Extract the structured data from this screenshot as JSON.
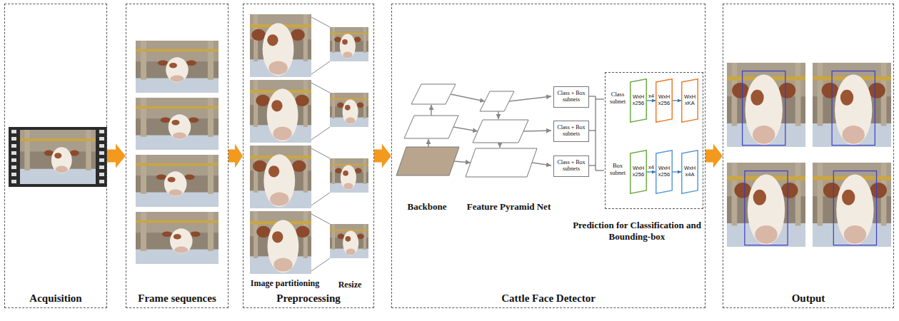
{
  "diagram": {
    "nodes": [
      {
        "text": [
          "Acquisition"
        ]
      },
      {
        "text": [
          "Frame sequences"
        ]
      },
      {
        "text": [
          "Preprocessing"
        ]
      },
      {
        "text": [
          "Cattle Face Detector"
        ]
      },
      {
        "text": [
          "Output"
        ]
      },
      {
        "text": [
          "Class + Box subnets"
        ],
        "in": 3
      },
      {
        "text": [
          "Class + Box subnets"
        ],
        "in": 3
      },
      {
        "text": [
          "Class + Box subnets"
        ],
        "in": 3
      },
      {
        "text": [
          "Prediction for Classification and Bounding-box"
        ],
        "in": 3
      },
      {
        "text": [
          "WxH x256"
        ],
        "in": 8
      },
      {
        "text": [
          "WxH x256"
        ],
        "in": 8
      },
      {
        "text": [
          "WxH xKA"
        ],
        "in": 8
      },
      {
        "text": [
          "WxH x256"
        ],
        "in": 8
      },
      {
        "text": [
          "WxH x256"
        ],
        "in": 8
      },
      {
        "text": [
          "WxH x4A"
        ],
        "in": 8
      }
    ],
    "edges": [
      {
        "from": 0,
        "to": 1,
        "arrow": "to"
      },
      {
        "from": 1,
        "to": 2,
        "arrow": "to"
      },
      {
        "from": 2,
        "to": 3,
        "arrow": "to"
      },
      {
        "from": 3,
        "to": 4,
        "arrow": "to"
      },
      {
        "from": 9,
        "to": 10,
        "label": "x4",
        "arrow": "to"
      },
      {
        "from": 10,
        "to": 11,
        "arrow": "to"
      },
      {
        "from": 12,
        "to": 13,
        "label": "x4",
        "arrow": "to"
      },
      {
        "from": 13,
        "to": 14,
        "arrow": "to"
      }
    ],
    "labels": [
      "Image partitioning",
      "Resize",
      "Backbone",
      "Feature Pyramid Net",
      "Class subnet",
      "Box subnet"
    ]
  }
}
